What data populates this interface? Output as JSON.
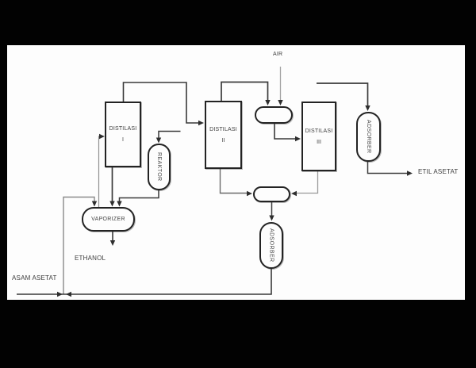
{
  "page": {
    "background_color": "#000000",
    "sheet_color": "#fdfdfd",
    "line_color": "#3a3a3a"
  },
  "diagram": {
    "units": {
      "distilasi1": {
        "name": "DISTILASI",
        "numeral": "I"
      },
      "distilasi2": {
        "name": "DISTILASI",
        "numeral": "II"
      },
      "distilasi3": {
        "name": "DISTILASI",
        "numeral": "III"
      },
      "reaktor": {
        "label": "REAKTOR"
      },
      "vaporizer": {
        "label": "VAPORIZER"
      },
      "adsorber_right": {
        "label": "ADSORBER"
      },
      "adsorber_middle": {
        "label": "ADSORBER"
      }
    },
    "streams": {
      "air": {
        "label": "AIR"
      },
      "ethanol": {
        "label": "ETHANOL"
      },
      "asam_asetat": {
        "label": "ASAM ASETAT"
      },
      "etil_asetat": {
        "label": "ETIL ASETAT"
      }
    }
  }
}
